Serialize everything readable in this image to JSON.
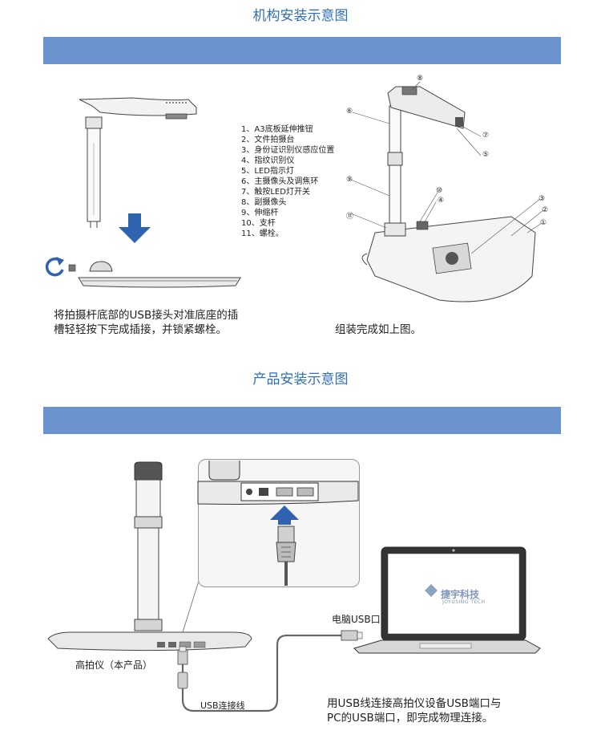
{
  "section1": {
    "title": "机构安装示意图",
    "parts_list": [
      "1、A3底板延伸推钮",
      "2、文件拍摄台",
      "3、身份证识别仪感应位置",
      "4、指纹识别仪",
      "5、LED指示灯",
      "6、主摄像头及调焦环",
      "7、触按LED灯开关",
      "8、副摄像头",
      "9、伸缩杆",
      "10、支杆",
      "11、螺栓。"
    ],
    "left_caption_line1": "将拍摄杆底部的USB接头对准底座的插",
    "left_caption_line2": "槽轻轻按下完成插接，并锁紧螺栓。",
    "right_caption": "组装完成如上图。",
    "callout_numbers": [
      "⑧",
      "⑥",
      "⑦",
      "⑤",
      "⑨",
      "④",
      "⑩",
      "⑪",
      "③",
      "②",
      "①"
    ]
  },
  "section2": {
    "title": "产品安装示意图",
    "label_pc_usb": "电脑USB口",
    "label_device": "高拍仪（本产品）",
    "label_cable": "USB连接线",
    "instruction_line1": "用USB线连接高拍仪设备USB端口与",
    "instruction_line2": "PC的USB端口，即完成物理连接。",
    "screen_logo_cn": "捷宇科技",
    "screen_logo_en": "JOYUSING TECH"
  },
  "colors": {
    "accent_title": "#2f6fb5",
    "band": "#6a93cf",
    "arrow": "#2f63b0"
  }
}
